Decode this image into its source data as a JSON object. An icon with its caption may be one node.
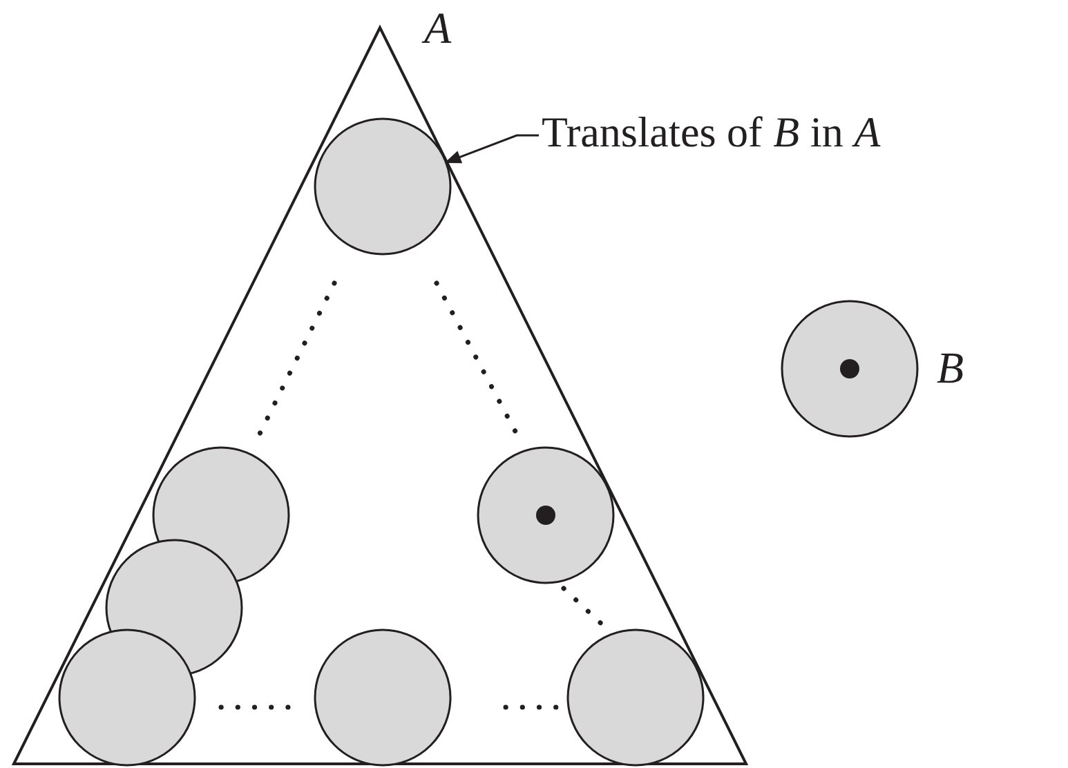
{
  "diagram": {
    "nodes": [
      {
        "text": [
          "Translates of *B* in *A*"
        ]
      },
      {
        "text": [],
        "shape": "circle"
      }
    ],
    "edges": [
      {
        "from": 0,
        "to": 1,
        "arrow": "to"
      }
    ],
    "labels": [
      "A",
      "B"
    ]
  }
}
